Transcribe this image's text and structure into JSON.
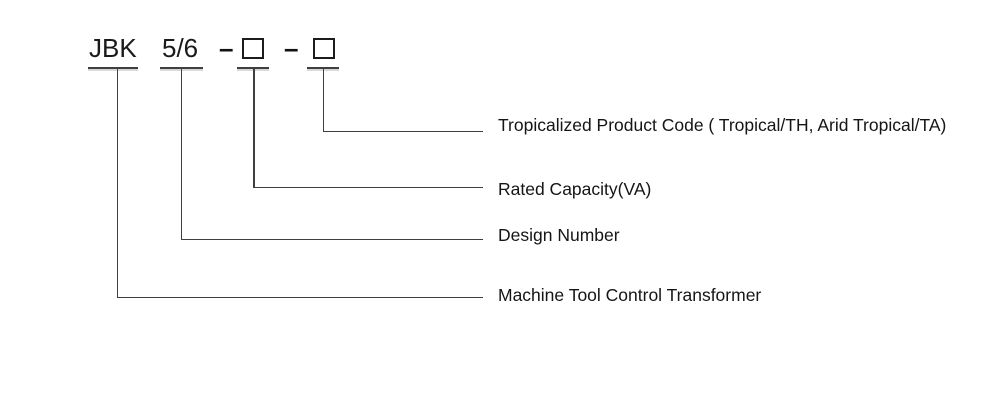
{
  "page": {
    "background": "#ffffff"
  },
  "colors": {
    "line": "#3f3f3f",
    "text": "#1a1a1a"
  },
  "model_code": {
    "series": "JBK",
    "design": "5/6",
    "separator": "–",
    "box_icon": "empty-square-placeholder",
    "box_count": 2
  },
  "callouts": [
    {
      "label": "Machine Tool Control Transformer"
    },
    {
      "label": "Design Number"
    },
    {
      "label": "Rated Capacity(VA)"
    },
    {
      "label": "Tropicalized Product Code ( Tropical/TH, Arid Tropical/TA)"
    }
  ]
}
